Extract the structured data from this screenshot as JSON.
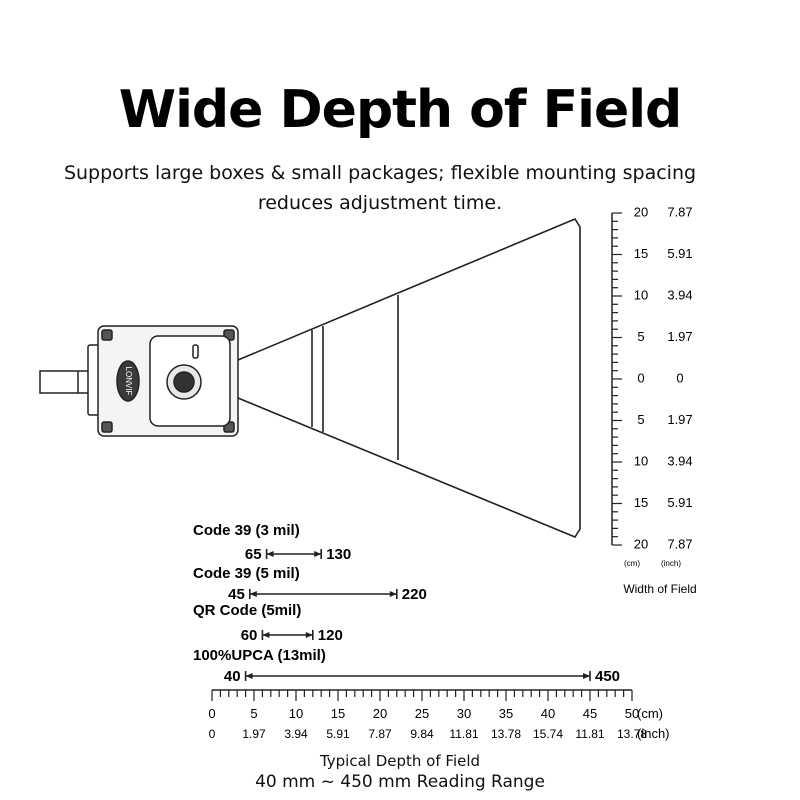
{
  "header": {
    "title": "Wide Depth of Field",
    "subtitle_line1": "Supports large boxes & small packages; flexible mounting spacing",
    "subtitle_line2": "reduces adjustment time."
  },
  "device": {
    "logo": "LONVIF"
  },
  "width_scale": {
    "cm_labels": [
      "20",
      "15",
      "10",
      "5",
      "0",
      "5",
      "10",
      "15",
      "20"
    ],
    "inch_labels": [
      "7.87",
      "5.91",
      "3.94",
      "1.97",
      "0",
      "1.97",
      "3.94",
      "5.91",
      "7.87"
    ],
    "unit_cm": "(cm)",
    "unit_inch": "(inch)",
    "caption": "Width of Field"
  },
  "barcodes": [
    {
      "label": "Code 39 (3 mil)",
      "min": 65,
      "max": 130
    },
    {
      "label": "Code 39 (5 mil)",
      "min": 45,
      "max": 220
    },
    {
      "label": "QR Code (5mil)",
      "min": 60,
      "max": 120
    },
    {
      "label": "100%UPCA (13mil)",
      "min": 40,
      "max": 450
    }
  ],
  "depth_scale": {
    "cm_labels": [
      "0",
      "5",
      "10",
      "15",
      "20",
      "25",
      "30",
      "35",
      "40",
      "45",
      "50"
    ],
    "inch_labels": [
      "0",
      "1.97",
      "3.94",
      "5.91",
      "7.87",
      "9.84",
      "11.81",
      "13.78",
      "15.74",
      "11.81",
      "13.78"
    ],
    "unit_cm": "(cm)",
    "unit_inch": "(inch)"
  },
  "footer": {
    "caption": "Typical Depth of Field",
    "range": "40 mm ~ 450 mm Reading Range"
  }
}
